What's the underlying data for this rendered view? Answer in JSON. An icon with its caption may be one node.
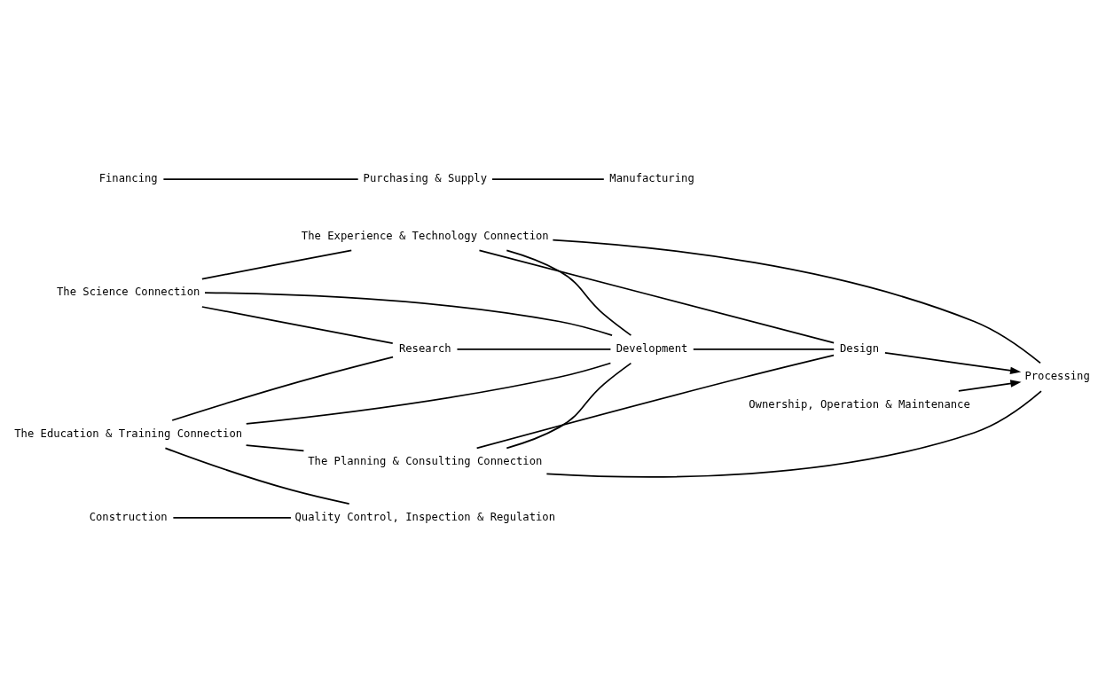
{
  "diagram": {
    "nodes": [
      {
        "text": [
          "The Science Connection"
        ]
      },
      {
        "text": [
          "The Experience & Technology Connection"
        ]
      },
      {
        "text": [
          "Financing"
        ]
      },
      {
        "text": [
          "Purchasing & Supply"
        ]
      },
      {
        "text": [
          "Research"
        ]
      },
      {
        "text": [
          "Development"
        ]
      },
      {
        "text": [
          "Design"
        ]
      },
      {
        "text": [
          "Manufacturing"
        ]
      },
      {
        "text": [
          "Processing"
        ]
      },
      {
        "text": [
          "Construction"
        ]
      },
      {
        "text": [
          "Ownership, Operation & Maintenance"
        ]
      },
      {
        "text": [
          "The Planning & Consulting Connection"
        ]
      },
      {
        "text": [
          "Quality Control, Inspection & Regulation"
        ]
      },
      {
        "text": [
          "The Education & Training Connection"
        ]
      }
    ],
    "edges": [
      {
        "from": 0,
        "to": 1,
        "arrow": "none"
      },
      {
        "from": 0,
        "to": 4,
        "arrow": "none"
      },
      {
        "from": 0,
        "to": 5,
        "arrow": "none"
      },
      {
        "from": 1,
        "to": 5,
        "arrow": "none"
      },
      {
        "from": 1,
        "to": 6,
        "arrow": "none"
      },
      {
        "from": 1,
        "to": 8,
        "arrow": "none"
      },
      {
        "from": 4,
        "to": 5,
        "arrow": "none"
      },
      {
        "from": 5,
        "to": 6,
        "arrow": "none"
      },
      {
        "from": 6,
        "to": 8,
        "arrow": "to"
      },
      {
        "from": 2,
        "to": 3,
        "arrow": "none"
      },
      {
        "from": 3,
        "to": 7,
        "arrow": "none"
      },
      {
        "from": 10,
        "to": 8,
        "arrow": "to"
      },
      {
        "from": 9,
        "to": 12,
        "arrow": "none"
      },
      {
        "from": 13,
        "to": 4,
        "arrow": "none"
      },
      {
        "from": 13,
        "to": 5,
        "arrow": "none"
      },
      {
        "from": 13,
        "to": 11,
        "arrow": "none"
      },
      {
        "from": 11,
        "to": 5,
        "arrow": "none"
      },
      {
        "from": 11,
        "to": 6,
        "arrow": "none"
      },
      {
        "from": 11,
        "to": 8,
        "arrow": "none"
      },
      {
        "from": 13,
        "to": 12,
        "arrow": "none"
      }
    ]
  }
}
